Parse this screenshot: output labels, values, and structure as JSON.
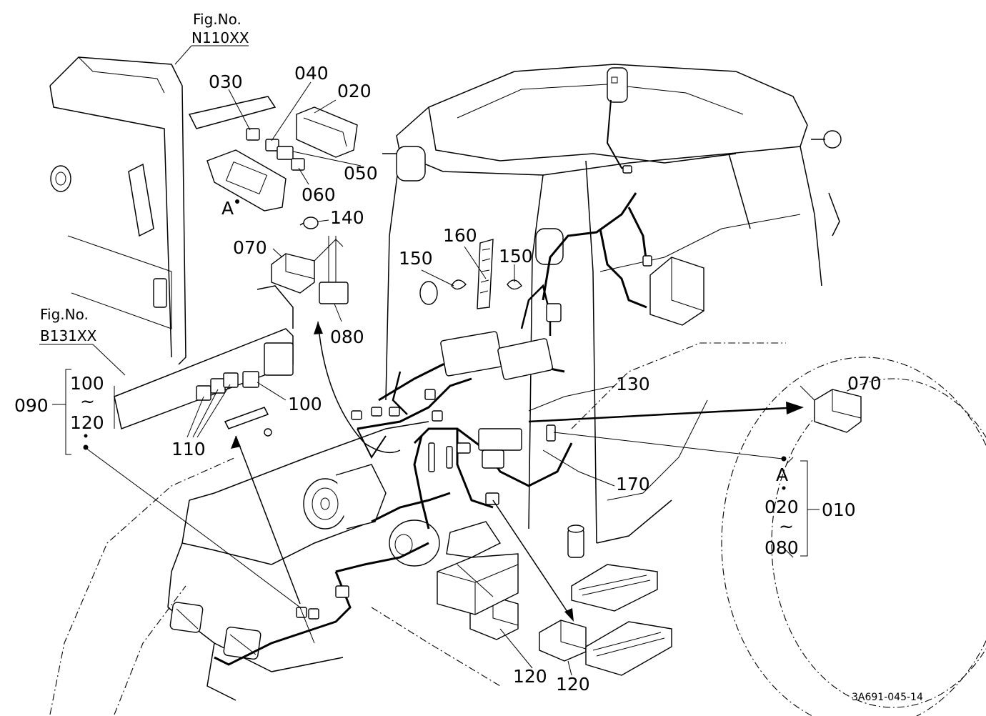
{
  "figures": {
    "fig_top": {
      "line1": "Fig.No.",
      "line2": "N110XX"
    },
    "fig_left": {
      "line1": "Fig.No.",
      "line2": "B131XX"
    }
  },
  "labels": {
    "p030": "030",
    "p040": "040",
    "p020": "020",
    "p050": "050",
    "p060": "060",
    "p140": "140",
    "p070": "070",
    "p080": "080",
    "p090": "090",
    "g100": "100",
    "g_tilde": "~",
    "g120": "120",
    "p100": "100",
    "p110": "110",
    "p150a": "150",
    "p160": "160",
    "p150b": "150",
    "p130": "130",
    "p070b": "070",
    "p170": "170",
    "pA_left": "A",
    "pA_right": "A",
    "r020": "020",
    "r_tilde": "~",
    "r080": "080",
    "p010": "010",
    "p120a": "120",
    "p120b": "120"
  },
  "drawing_code": "3A691-045-14"
}
